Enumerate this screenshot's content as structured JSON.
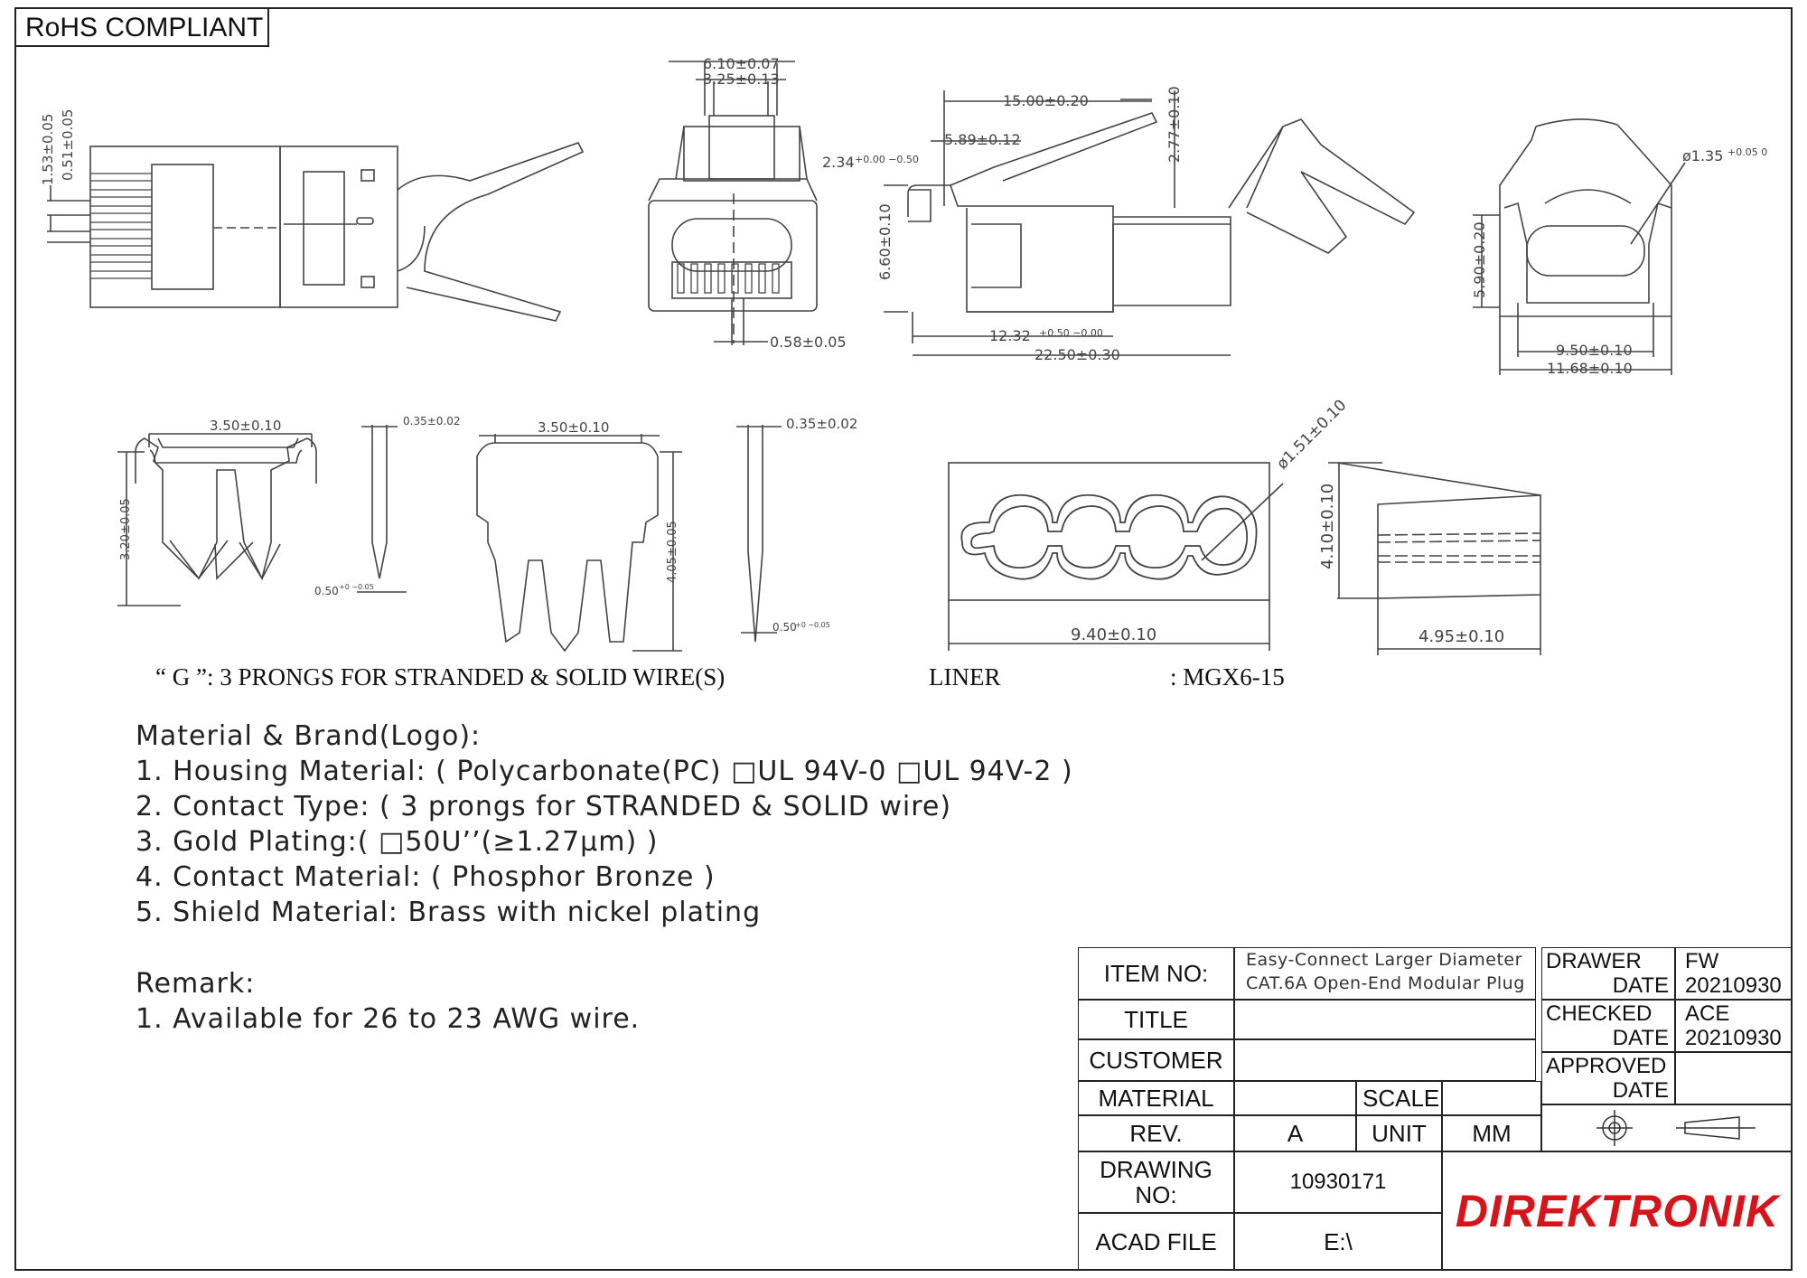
{
  "header": {
    "compliance": "RoHS  COMPLIANT"
  },
  "dimensions": {
    "front_w": "6.10±0.07",
    "front_w2": "3.25±0.13",
    "front_pin": "0.58±0.05",
    "top_pitch": "1.53±0.05",
    "top_pin": "0.51±0.05",
    "side_len": "15.00±0.20",
    "side_tab": "5.89±0.12",
    "side_gap_base": "2.34",
    "side_gap_tol": "+0.00 −0.50",
    "side_latch": "2.77±0.10",
    "side_h": "6.60±0.10",
    "side_len2_base": "12.32",
    "side_len2_tol": "+0.50 −0.00",
    "side_total": "22.50±0.30",
    "rear_hole": "ø1.35",
    "rear_hole_tol": "+0.05 0",
    "rear_h": "5.90±0.20",
    "rear_w1": "9.50±0.10",
    "rear_w2": "11.68±0.10",
    "contact_w": "3.50±0.10",
    "contact_h": "3.20±0.05",
    "contact_t": "0.35±0.02",
    "contact_tip": "0.50",
    "contact_tip_tol": "+0 −0.05",
    "contact2_w": "3.50±0.10",
    "contact2_h": "4.05±0.05",
    "contact2_t": "0.35±0.02",
    "contact2_tip": "0.50",
    "contact2_tip_tol": "+0 −0.05",
    "liner_hole": "ø1.51±0.10",
    "liner_w": "9.40±0.10",
    "liner_h": "4.10±0.10",
    "liner_len": "4.95±0.10"
  },
  "captions": {
    "prongs": "“ G ”:  3 PRONGS FOR STRANDED & SOLID WIRE(S)",
    "liner_label": "LINER",
    "liner_part": ":  MGX6-15"
  },
  "notes": {
    "lines": [
      "Material & Brand(Logo):",
      "1. Housing Material: ( Polycarbonate(PC) □UL 94V-0 □UL 94V-2 )",
      "2. Contact Type: ( 3 prongs for STRANDED & SOLID wire)",
      "3. Gold Plating:( □50U’’(≥1.27µm) )",
      "4. Contact Material: ( Phosphor Bronze )",
      "5. Shield Material: Brass with nickel plating"
    ],
    "remark_title": "Remark:",
    "remarks": [
      "1. Available for 26 to 23 AWG wire."
    ]
  },
  "title_block": {
    "item_no_label": "ITEM NO:",
    "item_desc_1": "Easy-Connect Larger Diameter",
    "item_desc_2": "CAT.6A Open-End Modular Plug",
    "title_label": "TITLE",
    "customer_label": "CUSTOMER",
    "material_label": "MATERIAL",
    "scale_label": "SCALE",
    "rev_label": "REV.",
    "rev_value": "A",
    "unit_label": "UNIT",
    "unit_value": "MM",
    "drawing_no_label_1": "DRAWING",
    "drawing_no_label_2": "NO:",
    "drawing_no_value": "10930171",
    "acad_label": "ACAD FILE",
    "acad_value": "E:\\",
    "drawer_label": "DRAWER",
    "drawer_value": "FW",
    "drawer_date_label": "DATE",
    "drawer_date": "20210930",
    "checked_label": "CHECKED",
    "checked_value": "ACE",
    "checked_date_label": "DATE",
    "checked_date": "20210930",
    "approved_label": "APPROVED",
    "approved_date_label": "DATE",
    "logo": "DIREKTRONIK"
  }
}
